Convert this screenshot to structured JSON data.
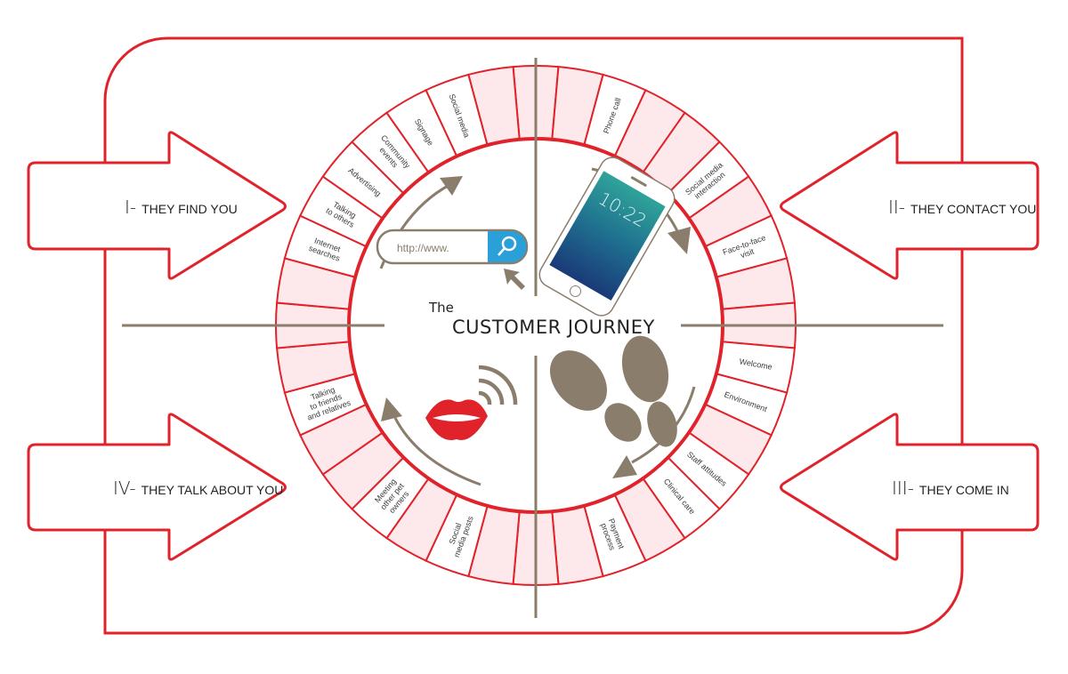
{
  "title": {
    "small": "The",
    "big": "CUSTOMER JOURNEY"
  },
  "colors": {
    "red": "#e0232b",
    "pink": "#fde9eb",
    "brown": "#8a7d6b",
    "blue": "#2a9fd8"
  },
  "stages": [
    {
      "numeral": "I-",
      "label": "THEY FIND YOU"
    },
    {
      "numeral": "II-",
      "label": "THEY CONTACT YOU"
    },
    {
      "numeral": "III-",
      "label": "THEY COME IN"
    },
    {
      "numeral": "IV-",
      "label": "THEY TALK ABOUT YOU"
    }
  ],
  "search_bar": {
    "text": "http://www.",
    "icon": "search-icon"
  },
  "phone": {
    "time": "10:22",
    "icon": "smartphone-icon"
  },
  "icons": [
    "search-icon",
    "cursor-icon",
    "smartphone-icon",
    "lips-icon",
    "sound-waves-icon",
    "footprints-icon",
    "curved-arrow-icon"
  ],
  "ring_segments": [
    [],
    [],
    [
      "Phone call"
    ],
    [],
    [],
    [
      "Social media",
      "interaction"
    ],
    [],
    [
      "Face-to-face",
      "visit"
    ],
    [],
    [],
    [
      "Welcome"
    ],
    [
      "Environment"
    ],
    [],
    [
      "Staff attitudes"
    ],
    [
      "Clinical care"
    ],
    [],
    [
      "Payment",
      "process"
    ],
    [],
    [],
    [],
    [
      "Social",
      "media posts"
    ],
    [],
    [
      "Meeting",
      "other pet",
      "owners"
    ],
    [],
    [],
    [
      "Talking",
      "to friends",
      "and relatives"
    ],
    [],
    [],
    [],
    [
      "Internet",
      "searches"
    ],
    [
      "Talking",
      "to others"
    ],
    [
      "Advertising"
    ],
    [
      "Community",
      "events"
    ],
    [
      "Signage"
    ],
    [
      "Social media"
    ],
    []
  ]
}
